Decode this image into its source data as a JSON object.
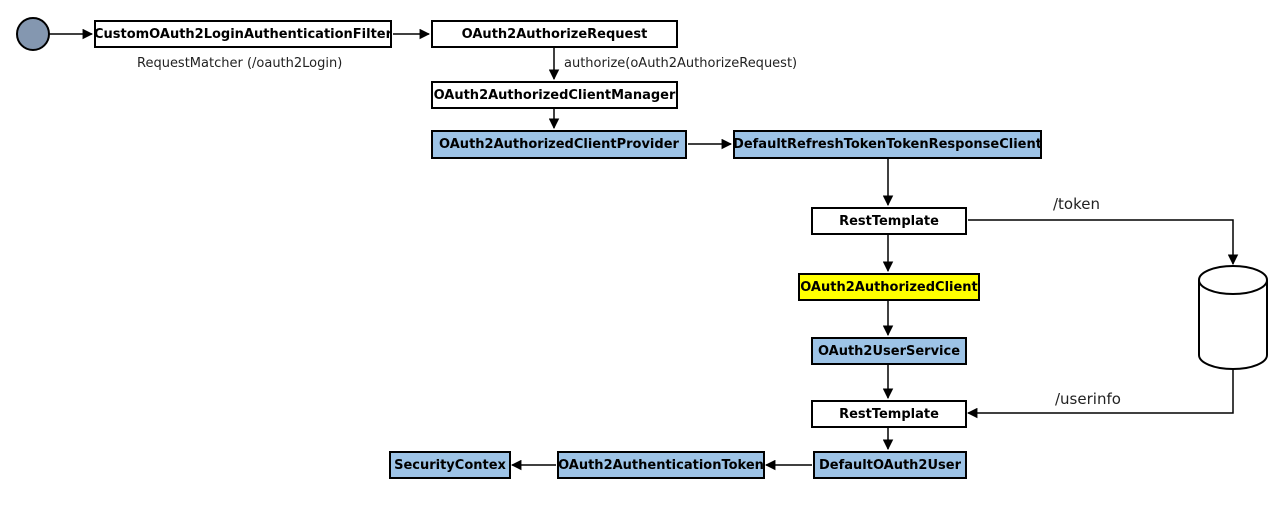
{
  "colors": {
    "node_fill": "#ffffff",
    "provider_fill": "#9dc3e6",
    "highlight_fill": "#ffff00",
    "start_fill": "#8497b0",
    "line": "#000000"
  },
  "nodes": {
    "filter": "CustomOAuth2LoginAuthenticationFilter",
    "authorize_request": "OAuth2AuthorizeRequest",
    "client_manager": "OAuth2AuthorizedClientManager",
    "client_provider": "OAuth2AuthorizedClientProvider",
    "token_response_client": "DefaultRefreshTokenTokenResponseClient",
    "rest_template_token": "RestTemplate",
    "authorized_client": "OAuth2AuthorizedClient",
    "user_service": "OAuth2UserService",
    "rest_template_userinfo": "RestTemplate",
    "default_user": "DefaultOAuth2User",
    "authentication_token": "OAuth2AuthenticationToken",
    "security_context": "SecurityContex"
  },
  "labels": {
    "request_matcher": "RequestMatcher (/oauth2Login)",
    "authorize_call": "authorize(oAuth2AuthorizeRequest)",
    "token_endpoint": "/token",
    "userinfo_endpoint": "/userinfo"
  },
  "icons": {
    "start": "start-node-icon",
    "server": "database-icon"
  }
}
